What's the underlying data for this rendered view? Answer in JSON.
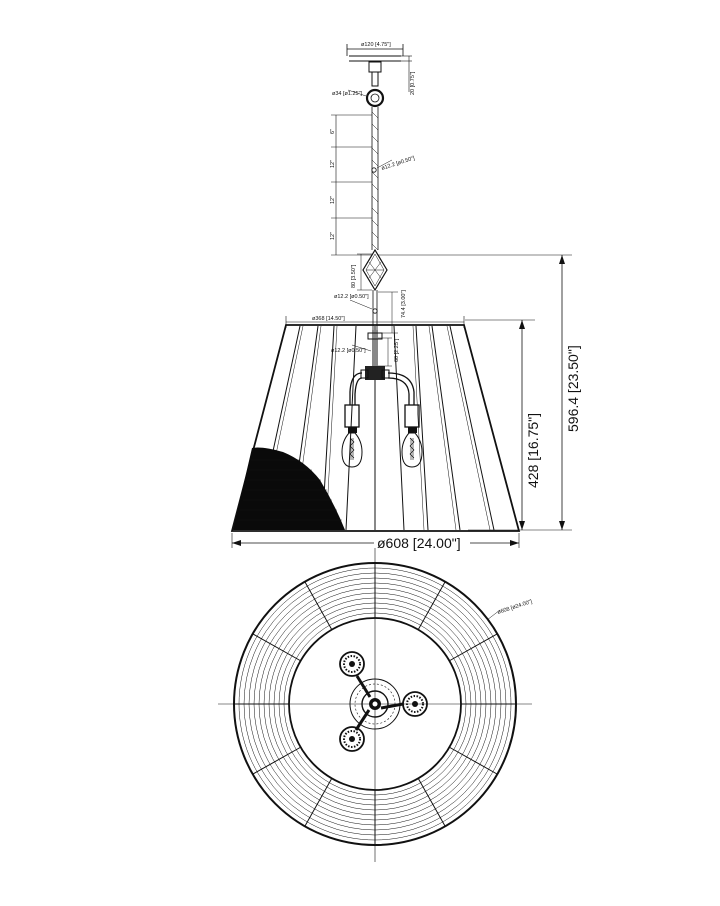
{
  "labels": {
    "canopy_width": "ø120 [4.75\"]",
    "canopy_height": "20 [0.75\"]",
    "loop_dia": "ø34 [ø1.25\"]",
    "rod_dia_top": "ø12.2 [ø0.50\"]",
    "chain_seg_1": "6\"",
    "chain_seg_2": "12\"",
    "chain_seg_3": "12\"",
    "chain_seg_4": "12\"",
    "ornament_height": "80 [3.50\"]",
    "rod_dia_mid": "ø12.2 [ø0.50\"]",
    "rod_length": "74.4 [3.00\"]",
    "shade_top_dia": "ø368 [14.50\"]",
    "rod_dia_inner": "ø12.2 [ø0.50\"]",
    "hub_height": "60 [2.25\"]",
    "shade_height": "428 [16.75\"]",
    "overall_height": "596.4 [23.50\"]",
    "shade_bottom_dia": "ø608 [24.00\"]",
    "plan_dia": "ø608 [ø24.00\"]"
  },
  "colors": {
    "line": "#111111",
    "fill_dark": "#0a0a0a",
    "background": "#ffffff"
  }
}
